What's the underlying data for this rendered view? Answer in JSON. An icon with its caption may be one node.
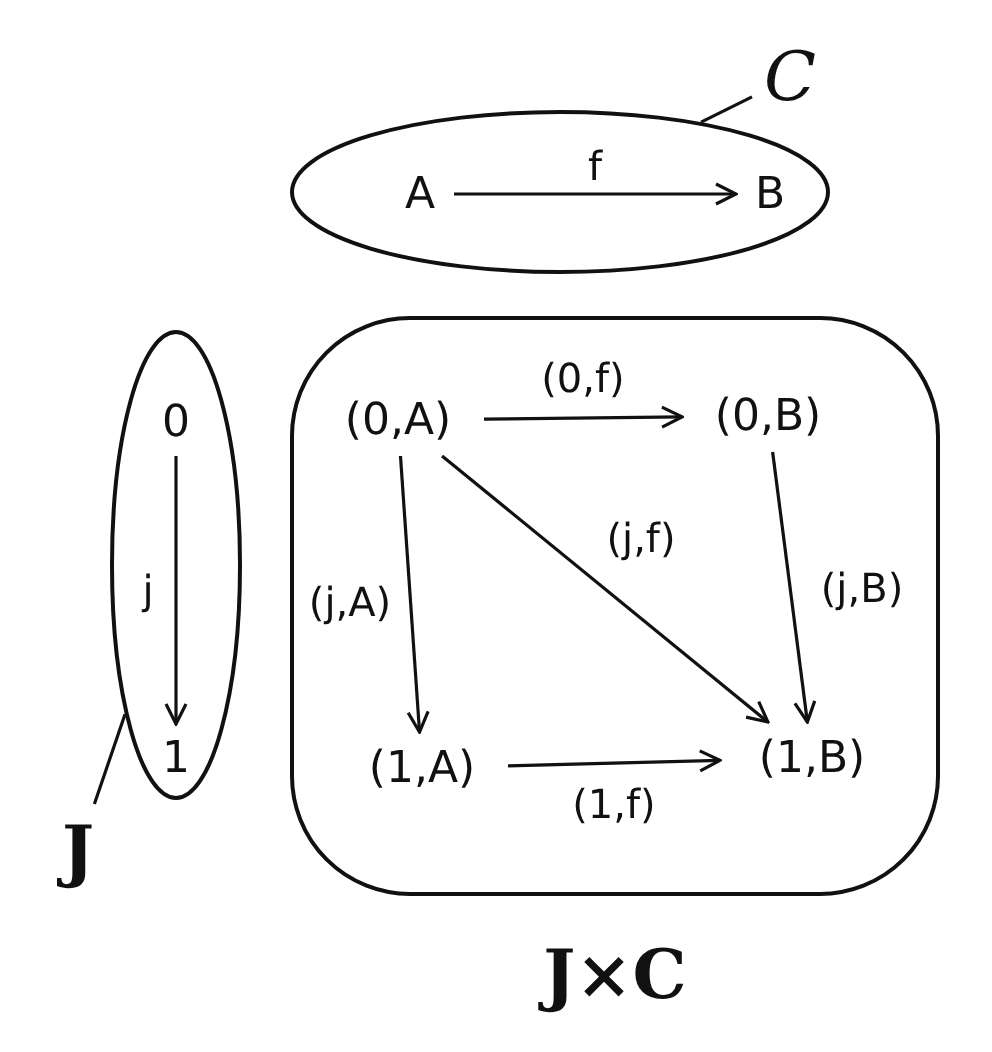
{
  "diagram": {
    "nodes": [
      {
        "text": [],
        "shape": "ellipse"
      },
      {
        "text": [
          "A"
        ],
        "in": 0
      },
      {
        "text": [
          "B"
        ],
        "in": 0
      },
      {
        "text": [
          "C"
        ]
      },
      {
        "text": [],
        "shape": "ellipse"
      },
      {
        "text": [
          "0"
        ],
        "in": 4
      },
      {
        "text": [
          "1"
        ],
        "in": 4
      },
      {
        "text": [
          "J"
        ]
      },
      {
        "text": [
          "J×C"
        ]
      },
      {
        "text": [
          "(0,A)"
        ],
        "in": 8
      },
      {
        "text": [
          "(0,B)"
        ],
        "in": 8
      },
      {
        "text": [
          "(1,A)"
        ],
        "in": 8
      },
      {
        "text": [
          "(1,B)"
        ],
        "in": 8
      }
    ],
    "edges": [
      {
        "from": 1,
        "to": 2,
        "arrow": "to",
        "label": "f"
      },
      {
        "from": 5,
        "to": 6,
        "arrow": "to",
        "label": "j"
      },
      {
        "from": 9,
        "to": 10,
        "arrow": "to",
        "label": "(0,f)"
      },
      {
        "from": 9,
        "to": 11,
        "arrow": "to",
        "label": "(j,A)"
      },
      {
        "from": 9,
        "to": 12,
        "arrow": "to",
        "label": "(j,f)"
      },
      {
        "from": 10,
        "to": 12,
        "arrow": "to",
        "label": "(j,B)"
      },
      {
        "from": 11,
        "to": 12,
        "arrow": "to",
        "label": "(1,f)"
      },
      {
        "from": 3,
        "to": 0,
        "arrow": "none"
      },
      {
        "from": 7,
        "to": 4,
        "arrow": "none"
      }
    ]
  }
}
